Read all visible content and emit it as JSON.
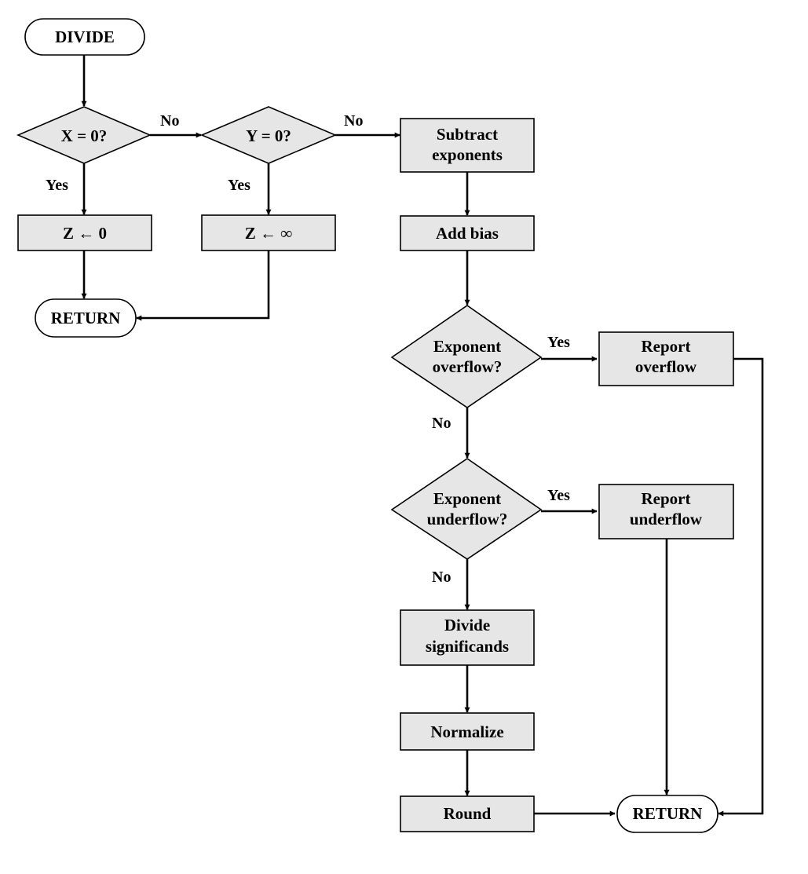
{
  "nodes": {
    "divide_start": {
      "lines": [
        "DIVIDE"
      ]
    },
    "x_zero_check": {
      "lines": [
        "X = 0?"
      ]
    },
    "y_zero_check": {
      "lines": [
        "Y = 0?"
      ]
    },
    "set_z_zero": {
      "lines": [
        "Z ← 0"
      ]
    },
    "set_z_infinity": {
      "lines": [
        "Z ← ∞"
      ]
    },
    "return_left": {
      "lines": [
        "RETURN"
      ]
    },
    "subtract_exponents": {
      "lines": [
        "Subtract",
        "exponents"
      ]
    },
    "add_bias": {
      "lines": [
        "Add bias"
      ]
    },
    "overflow_check": {
      "lines": [
        "Exponent",
        "overflow?"
      ]
    },
    "report_overflow": {
      "lines": [
        "Report",
        "overflow"
      ]
    },
    "underflow_check": {
      "lines": [
        "Exponent",
        "underflow?"
      ]
    },
    "report_underflow": {
      "lines": [
        "Report",
        "underflow"
      ]
    },
    "divide_significands": {
      "lines": [
        "Divide",
        "significands"
      ]
    },
    "normalize": {
      "lines": [
        "Normalize"
      ]
    },
    "round": {
      "lines": [
        "Round"
      ]
    },
    "return_right": {
      "lines": [
        "RETURN"
      ]
    }
  },
  "edge_labels": {
    "x_no": "No",
    "y_no": "No",
    "x_yes": "Yes",
    "y_yes": "Yes",
    "overflow_yes": "Yes",
    "overflow_no": "No",
    "underflow_yes": "Yes",
    "underflow_no": "No"
  }
}
